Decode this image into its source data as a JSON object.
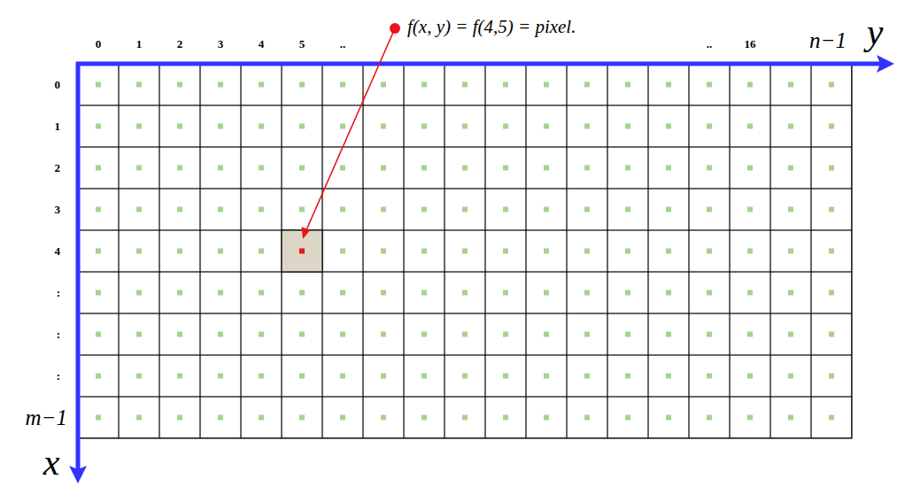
{
  "diagram": {
    "labels": [
      "0",
      "1",
      "2",
      "3",
      "4",
      "5",
      "..",
      "..",
      "16",
      "n−1",
      "y",
      "0",
      "1",
      "2",
      "3",
      "4",
      ":",
      ":",
      ":",
      "m−1",
      "x",
      "f(x, y) = f(4,5) = pixel."
    ]
  }
}
